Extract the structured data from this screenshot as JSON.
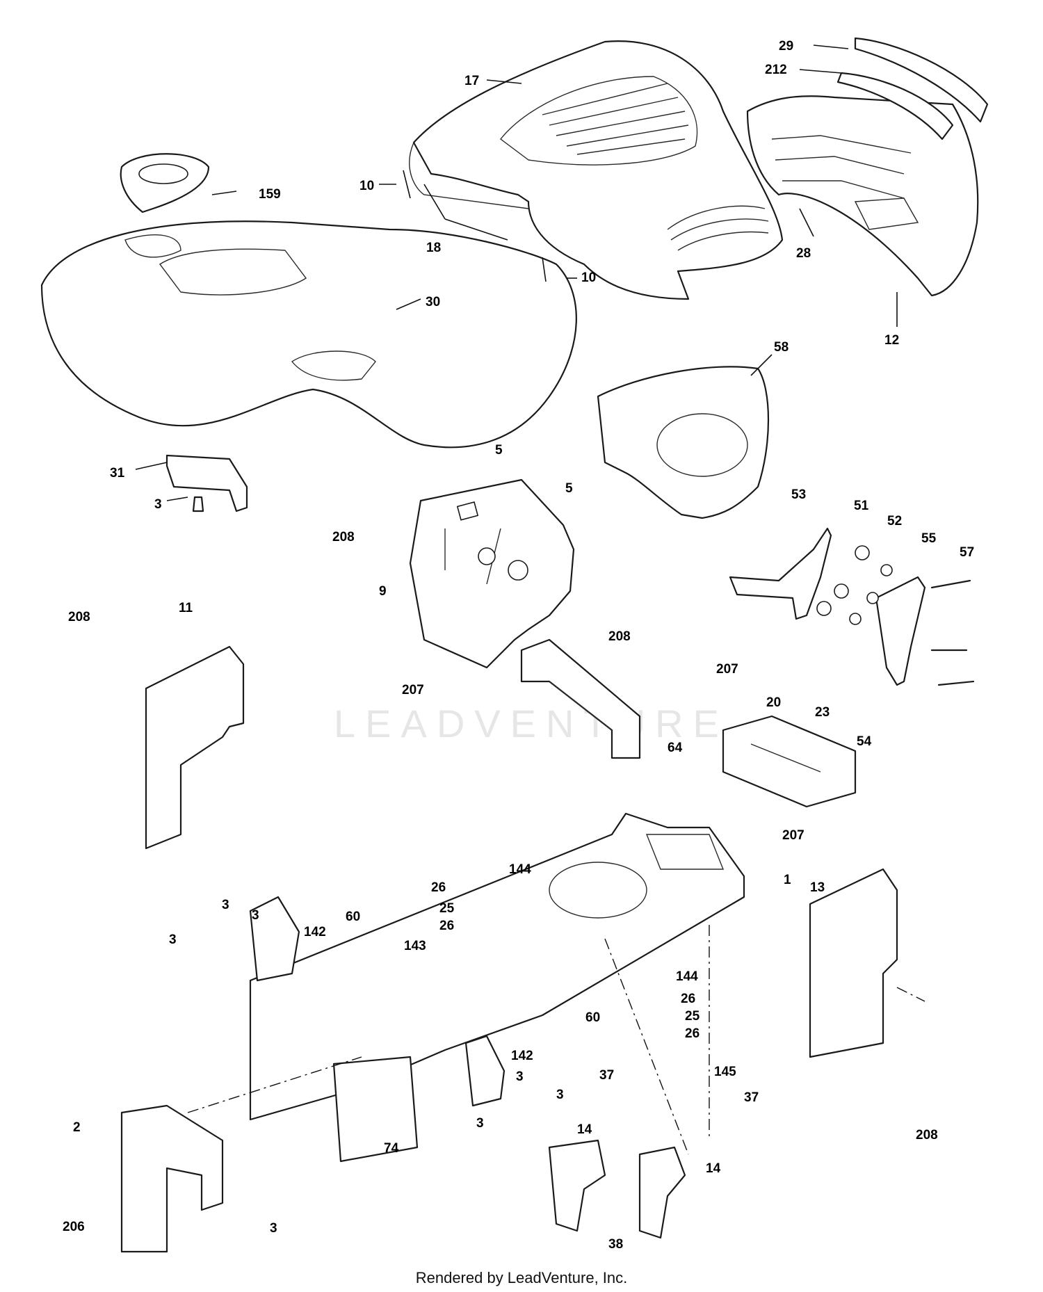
{
  "watermark": "LEADVENTURE",
  "footer": "Rendered by LeadVenture, Inc.",
  "callouts": [
    "29",
    "212",
    "17",
    "159",
    "10",
    "18",
    "28",
    "10",
    "30",
    "12",
    "58",
    "5",
    "31",
    "3",
    "5",
    "53",
    "51",
    "52",
    "55",
    "57",
    "208",
    "208",
    "11",
    "9",
    "208",
    "207",
    "207",
    "20",
    "23",
    "54",
    "64",
    "207",
    "1",
    "144",
    "26",
    "25",
    "26",
    "13",
    "3",
    "3",
    "3",
    "142",
    "60",
    "143",
    "144",
    "26",
    "60",
    "25",
    "26",
    "142",
    "37",
    "145",
    "3",
    "37",
    "3",
    "208",
    "3",
    "74",
    "2",
    "14",
    "14",
    "206",
    "3",
    "38"
  ]
}
